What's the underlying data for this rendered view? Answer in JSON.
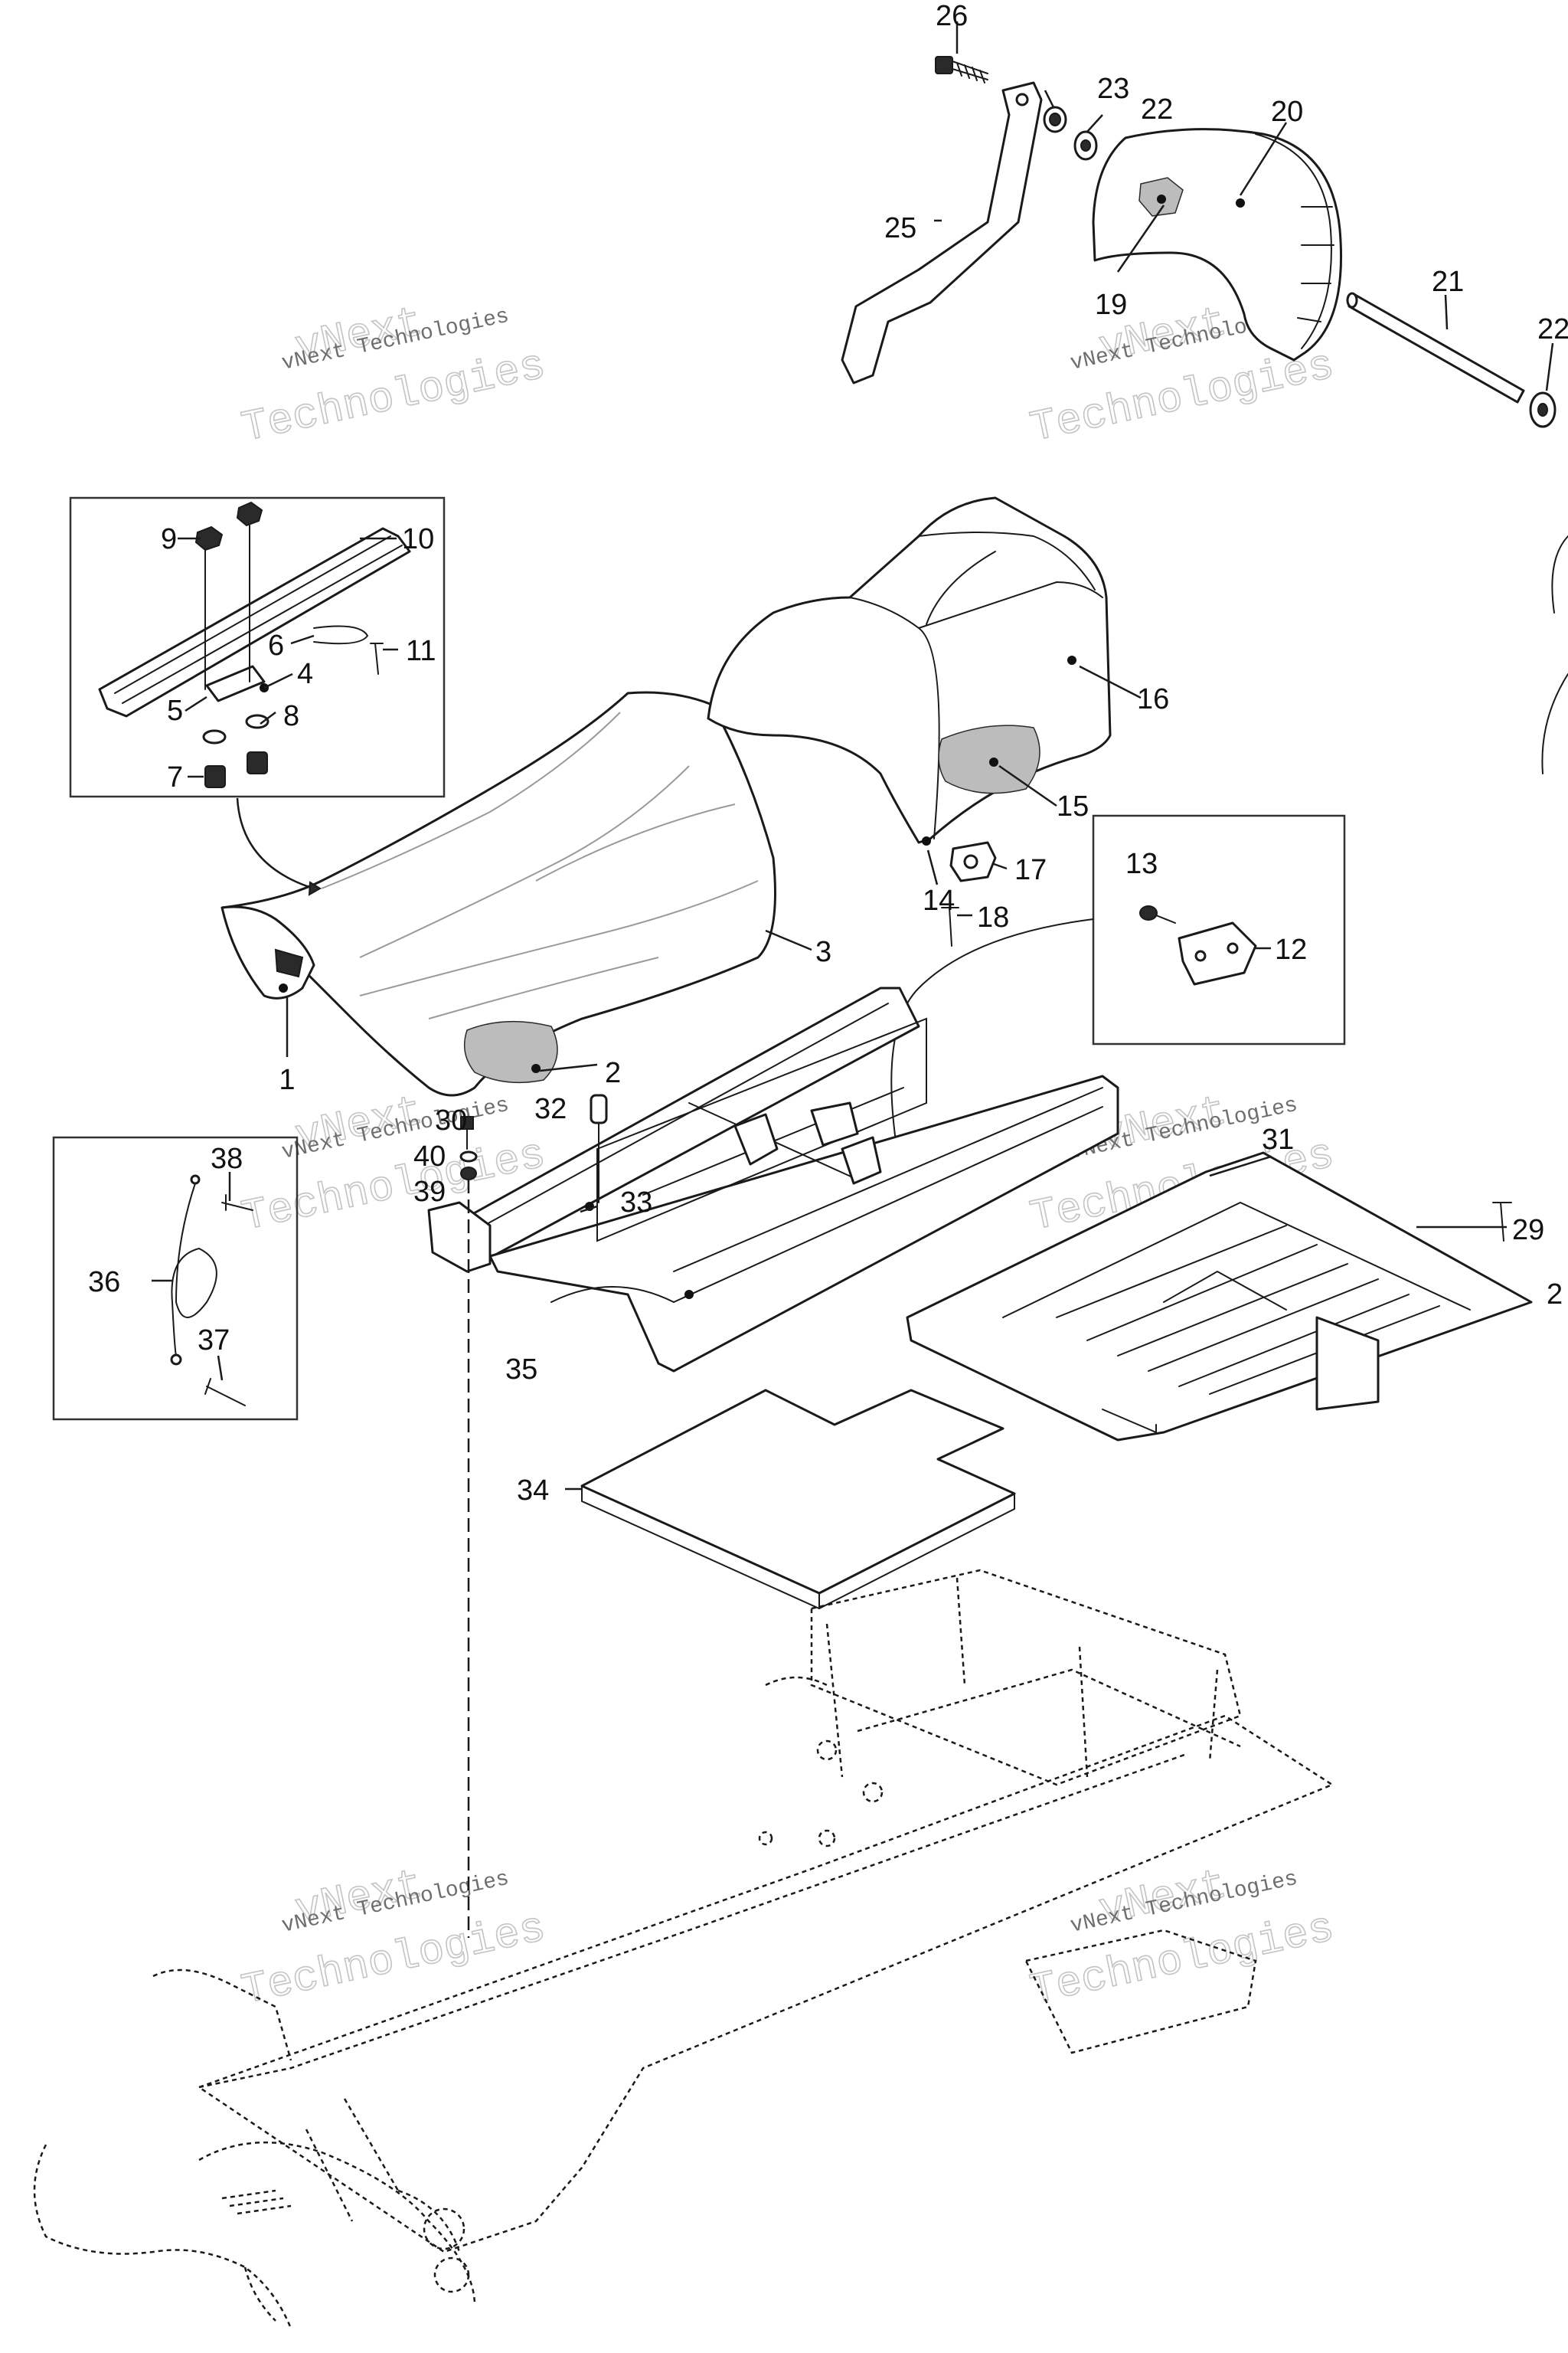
{
  "watermark": {
    "line1": "vNext",
    "line2": "vNext Technologies",
    "line3": "Technologies"
  },
  "callouts": [
    "1",
    "2",
    "3",
    "4",
    "5",
    "6",
    "7",
    "8",
    "9",
    "10",
    "11",
    "12",
    "13",
    "14",
    "15",
    "16",
    "17",
    "18",
    "19",
    "20",
    "21",
    "22",
    "22",
    "23",
    "25",
    "26",
    "29",
    "30",
    "31",
    "32",
    "33",
    "34",
    "35",
    "36",
    "37",
    "38",
    "39",
    "40",
    "2"
  ]
}
